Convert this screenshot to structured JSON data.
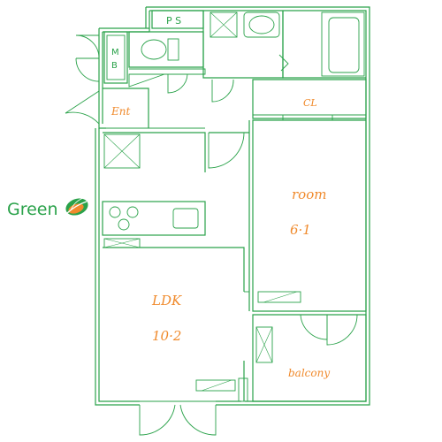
{
  "logo": {
    "text": "Green",
    "colors": {
      "green": "#2aa24a",
      "orange": "#f08a2c"
    }
  },
  "labels": {
    "ps": "P S",
    "mb_top": "M",
    "mb_bottom": "B",
    "entrance": "Ent",
    "closet": "CL",
    "room_name": "room",
    "room_size": "6·1",
    "ldk_name": "LDK",
    "ldk_size": "10·2",
    "balcony": "balcony"
  },
  "colors": {
    "lines": "#2aa24a",
    "labels": "#f08a2c",
    "background": "#ffffff"
  }
}
